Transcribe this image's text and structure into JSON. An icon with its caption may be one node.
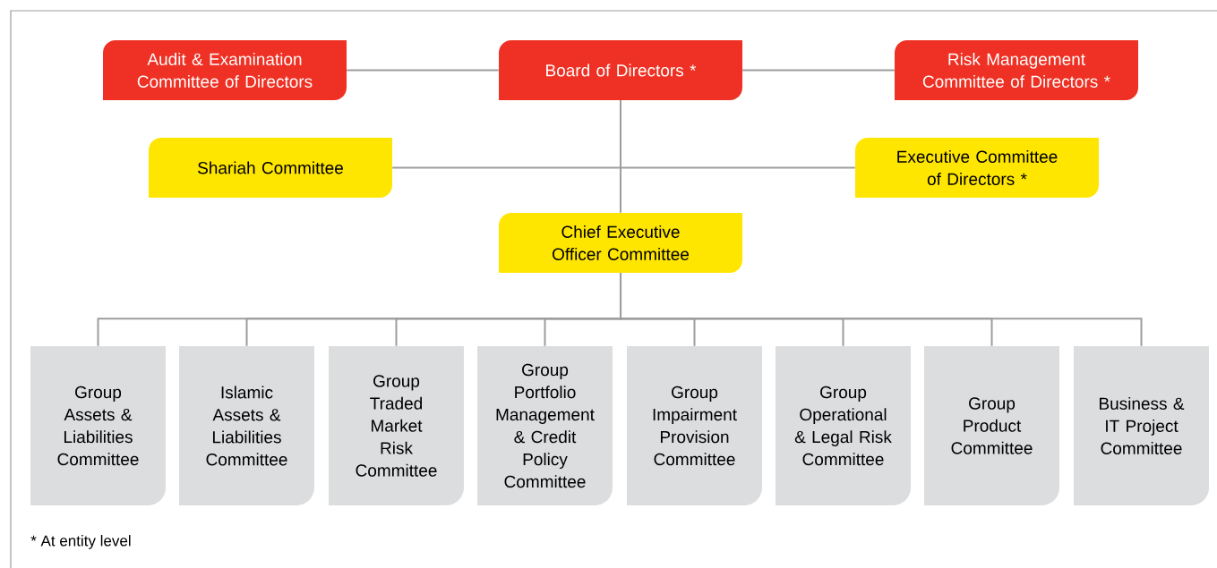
{
  "diagram": {
    "nodes": [
      {
        "text": [
          "Board of Directors *"
        ]
      },
      {
        "text": [
          "Audit & Examination Committee of Directors"
        ]
      },
      {
        "text": [
          "Risk Management Committee of Directors *"
        ]
      },
      {
        "text": [
          "Shariah Committee"
        ]
      },
      {
        "text": [
          "Executive Committee of Directors *"
        ]
      },
      {
        "text": [
          "Chief Executive Officer Committee"
        ]
      },
      {
        "text": [
          "Group Assets & Liabilities Committee"
        ]
      },
      {
        "text": [
          "Islamic Assets & Liabilities Committee"
        ]
      },
      {
        "text": [
          "Group Traded Market Risk Committee"
        ]
      },
      {
        "text": [
          "Group Portfolio Management & Credit Policy Committee"
        ]
      },
      {
        "text": [
          "Group Impairment Provision Committee"
        ]
      },
      {
        "text": [
          "Group Operational & Legal Risk Committee"
        ]
      },
      {
        "text": [
          "Group Product Committee"
        ]
      },
      {
        "text": [
          "Business & IT Project Committee"
        ]
      }
    ],
    "edges": [
      {
        "from": 1,
        "to": 0,
        "arrow": "none"
      },
      {
        "from": 0,
        "to": 2,
        "arrow": "none"
      },
      {
        "from": 0,
        "to": 3,
        "arrow": "none"
      },
      {
        "from": 0,
        "to": 4,
        "arrow": "none"
      },
      {
        "from": 0,
        "to": 5,
        "arrow": "none"
      },
      {
        "from": 5,
        "to": 6,
        "arrow": "none"
      },
      {
        "from": 5,
        "to": 7,
        "arrow": "none"
      },
      {
        "from": 5,
        "to": 8,
        "arrow": "none"
      },
      {
        "from": 5,
        "to": 9,
        "arrow": "none"
      },
      {
        "from": 5,
        "to": 10,
        "arrow": "none"
      },
      {
        "from": 5,
        "to": 11,
        "arrow": "none"
      },
      {
        "from": 5,
        "to": 12,
        "arrow": "none"
      },
      {
        "from": 5,
        "to": 13,
        "arrow": "none"
      }
    ],
    "labels": [
      "* At entity level"
    ]
  }
}
